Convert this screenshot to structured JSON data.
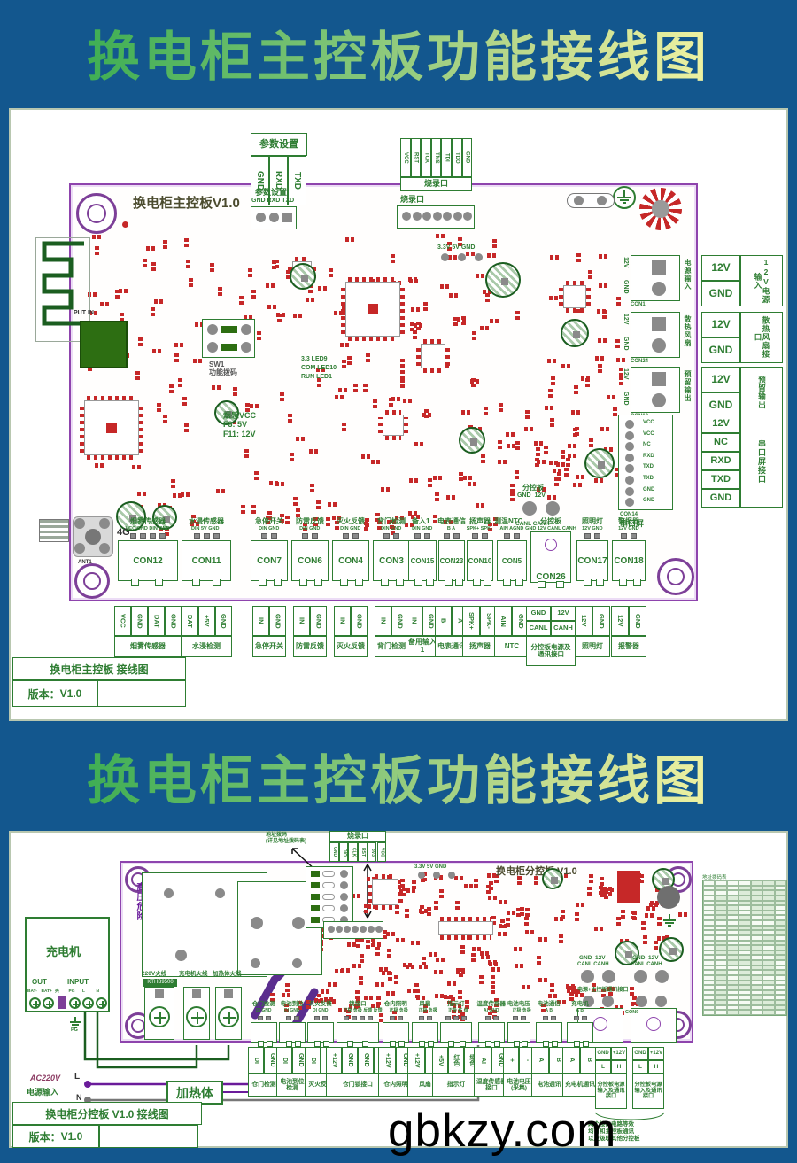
{
  "banner": {
    "title": "换电柜主控板功能接线图"
  },
  "watermark": "gbkzy.com",
  "colors": {
    "banner_bg": "#13578e",
    "title_gradient": [
      "#3fae54",
      "#eef2a2"
    ],
    "pcb_border": "#8e44ad",
    "silk_green": "#2e7d32",
    "component_red": "#c62828"
  },
  "panel1": {
    "board_title": "换电柜主控板V1.0",
    "param_port": {
      "label": "参数设置",
      "pins": [
        "GND",
        "RXD",
        "TXD"
      ],
      "board_pins": "GND RXD TXD"
    },
    "burn_port": {
      "label": "烧录口",
      "pins": [
        "VCC",
        "RST",
        "TCK",
        "TMS",
        "TDI",
        "TDO",
        "GND"
      ]
    },
    "notes": {
      "smoke_vcc": "烟感VCC",
      "f3": "F3: 5V",
      "f11": "F11: 12V",
      "dip_id": "SW1",
      "dip": "功能拨码",
      "led1": "3.3 LED9",
      "led2": "COM LED10",
      "led3": "RUN LED1",
      "rail": "3.3V 5V GND",
      "net": "4G",
      "ant": "ANT1",
      "putin": "PUT IN",
      "sub_board": "分控板",
      "sub_pins1": "GND  12V",
      "sub_pins2": "CANL CANH"
    },
    "right_groups": [
      {
        "con": "CON1",
        "board_label": "电源输入",
        "ext_pins": [
          "12V",
          "GND"
        ],
        "ext_label": "12V电源输入"
      },
      {
        "con": "CON24",
        "board_label": "散热风扇",
        "ext_pins": [
          "12V",
          "GND"
        ],
        "ext_label": "散热风扇接口"
      },
      {
        "con": "CON13",
        "board_label": "预留输出",
        "ext_pins": [
          "12V",
          "GND"
        ],
        "ext_label": "预留输出"
      },
      {
        "con": "CON14",
        "board_label": "串口屏",
        "board_pins": [
          "VCC",
          "VCC",
          "NC",
          "RXD",
          "TXD",
          "TXD",
          "GND",
          "GND"
        ],
        "ext_pins": [
          "12V",
          "NC",
          "RXD",
          "TXD",
          "GND"
        ],
        "ext_label": "串口屏接口"
      }
    ],
    "bottom_groups": [
      {
        "con": "CON12",
        "name": "烟雾传感器",
        "pins": "VCC GND DIN GND",
        "ext_pins": [
          "VCC",
          "GND",
          "DAT",
          "GND"
        ],
        "ext_label": "烟雾传感器"
      },
      {
        "con": "CON11",
        "name": "水浸传感器",
        "pins": "DIN 5V GND",
        "ext_pins": [
          "DAT",
          "+5V",
          "GND"
        ],
        "ext_label": "水浸检测"
      },
      {
        "con": "CON7",
        "name": "急停开关",
        "pins": "DIN GND",
        "ext_pins": [
          "IN",
          "GND"
        ],
        "ext_label": "急停开关"
      },
      {
        "con": "CON6",
        "name": "防雷反馈",
        "pins": "DIN GND",
        "ext_pins": [
          "IN",
          "GND"
        ],
        "ext_label": "防雷反馈"
      },
      {
        "con": "CON4",
        "name": "灭火反馈",
        "pins": "DIN GND",
        "ext_pins": [
          "IN",
          "GND"
        ],
        "ext_label": "灭火反馈"
      },
      {
        "con": "CON3",
        "name": "背门检测",
        "pins": "DIN GND",
        "ext_pins": [
          "IN",
          "GND"
        ],
        "ext_label": "背门检测"
      },
      {
        "con": "CON15",
        "name": "备入1",
        "pins": "DIN GND",
        "ext_pins": [
          "IN",
          "GND"
        ],
        "ext_label": "备用输入1"
      },
      {
        "con": "CON23",
        "name": "电表通信",
        "pins": "B A",
        "ext_pins": [
          "B",
          "A"
        ],
        "ext_label": "电表通讯"
      },
      {
        "con": "CON10",
        "name": "扬声器",
        "pins": "SPK+ SPK-",
        "ext_pins": [
          "SPK+",
          "SPK-"
        ],
        "ext_label": "扬声器"
      },
      {
        "con": "CON5",
        "name": "测温NTC",
        "pins": "AIN AGND",
        "ext_pins": [
          "AIN",
          "GND"
        ],
        "ext_label": "NTC"
      },
      {
        "con": "CON26",
        "name": "分控板",
        "pins": "GND 12V CANL CANH",
        "ext_pins": [
          "GND",
          "12V"
        ],
        "ext_pins2": [
          "CANL",
          "CANH"
        ],
        "ext_label": "分控板电源及通讯接口"
      },
      {
        "con": "CON17",
        "name": "照明灯",
        "pins": "12V GND",
        "ext_pins": [
          "12V",
          "GND"
        ],
        "ext_label": "照明灯"
      },
      {
        "con": "CON18",
        "name": "警报器",
        "pins": "12V GND",
        "ext_pins": [
          "12V",
          "GND"
        ],
        "ext_label": "报警器"
      }
    ],
    "title_block": {
      "title": "换电柜主控板 接线图",
      "version_label": "版本：",
      "version": "V1.0"
    }
  },
  "panel2": {
    "board_title": "换电柜分控板 V1.0",
    "burn_port": {
      "label": "烧录口",
      "pins": [
        "GND",
        "DIO",
        "CLK",
        "RST",
        "3V3",
        "VCC"
      ]
    },
    "dip_note": [
      "地址拨码",
      "(详见地址拨码表)"
    ],
    "hv_warning": "高压危险",
    "rail": "3.3V 5V GND",
    "fuse_labels": [
      "220V火线",
      "充电机火线",
      "加热体火线"
    ],
    "relay_model": "KTHB9500",
    "addr_table_title": "地址拨码表",
    "can_pads": {
      "row1": "GND  12V",
      "row2": "CANL CANH",
      "label": "电源+主控板通讯接口",
      "con": "CON9"
    },
    "charger": {
      "title": "充电机",
      "out": "OUT",
      "input": "INPUT",
      "pins": [
        "BAT-",
        "BAT+",
        "壳",
        "PG",
        "L",
        "N"
      ],
      "pg": "PG"
    },
    "ac_input": {
      "line1": "AC220V",
      "line2": "电源输入",
      "l": "L",
      "n": "N"
    },
    "heater": "加热体",
    "bottom_groups": [
      {
        "name": "仓门检测",
        "pins": "DI GND",
        "ext_pins": [
          "DI",
          "GND"
        ],
        "ext_label": "仓门检测"
      },
      {
        "name": "电池到位",
        "pins": "DI GND",
        "ext_pins": [
          "DI",
          "GND"
        ],
        "ext_label": "电池到位检测"
      },
      {
        "name": "灭火反馈",
        "pins": "DI GND",
        "ext_pins": [
          "DI",
          "GND"
        ],
        "ext_label": "灭火反馈"
      },
      {
        "name": "锁接口",
        "pins": "正极 负极 反馈 反馈",
        "ext_pins": [
          "+12V",
          "GND",
          "GND",
          "DAT"
        ],
        "ext_label": "仓门锁接口"
      },
      {
        "name": "仓内照明",
        "pins": "正极 负极",
        "ext_pins": [
          "+12V",
          "GND"
        ],
        "ext_label": "仓内照明"
      },
      {
        "name": "风扇",
        "pins": "正极 负极",
        "ext_pins": [
          "+12V",
          "GND"
        ],
        "ext_label": "风扇"
      },
      {
        "name": "指示灯",
        "pins": "正极 红 绿",
        "ext_pins": [
          "+5V",
          "红色",
          "绿色"
        ],
        "ext_label": "指示灯"
      },
      {
        "name": "温度传感器",
        "pins": "AI GND",
        "ext_pins": [
          "AI",
          "GND"
        ],
        "ext_label": "温度传感器接口"
      },
      {
        "name": "电池电压",
        "pins": "正极 负极",
        "ext_pins": [
          "+",
          "-"
        ],
        "ext_label": "电池电压(采集)"
      },
      {
        "name": "电池通信",
        "pins": "A B",
        "ext_pins": [
          "A",
          "B"
        ],
        "ext_label": "电池通讯"
      },
      {
        "name": "充电机",
        "pins": "A B",
        "ext_pins": [
          "A",
          "B"
        ],
        "ext_label": "充电机通讯"
      }
    ],
    "can_out": [
      {
        "ext_pins": [
          "GND",
          "+12V"
        ],
        "ext_pins2": [
          "L",
          "H"
        ],
        "ext_label": "分控板电源输入及通讯接口"
      },
      {
        "ext_pins": [
          "GND",
          "+12V"
        ],
        "ext_pins2": [
          "L",
          "H"
        ],
        "ext_label": "分控板电源输入及通讯接口"
      }
    ],
    "dual_note": [
      "两个接口电路等效",
      "均可和主控板通讯",
      "以及级联其他分控板"
    ],
    "title_block": {
      "title": "换电柜分控板 V1.0 接线图",
      "version_label": "版本：",
      "version": "V1.0"
    }
  }
}
